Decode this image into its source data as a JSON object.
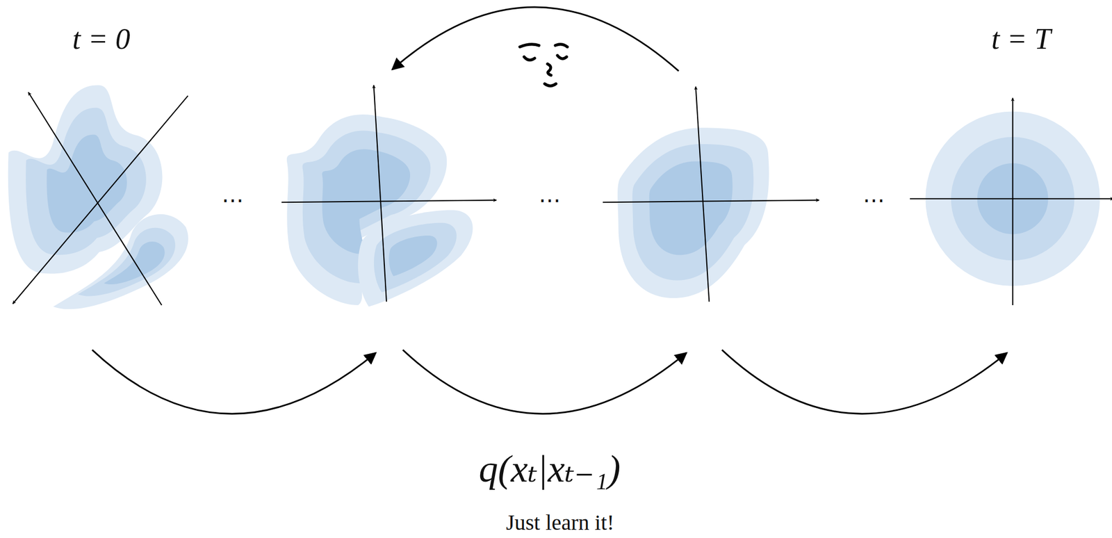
{
  "diagram": {
    "labels": [
      "t = 0",
      "t = T",
      "⋯",
      "⋯",
      "⋯",
      "q(xₜ|xₜ₋₁)",
      "Just learn it!"
    ]
  }
}
